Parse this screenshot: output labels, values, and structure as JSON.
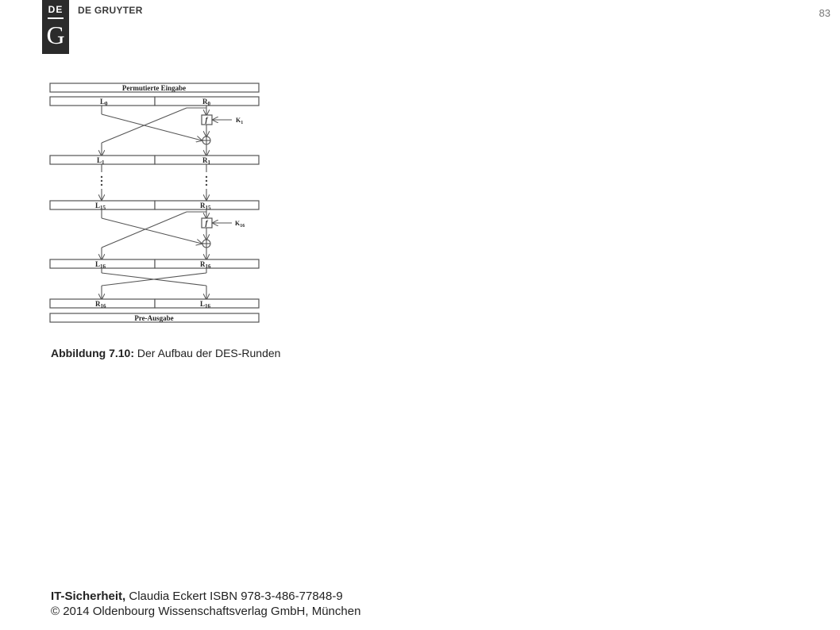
{
  "header": {
    "logo_top": "DE",
    "logo_bottom": "G",
    "brand": "DE GRUYTER",
    "page_number": "83"
  },
  "figure": {
    "top_box": "Permutierte Eingabe",
    "bottom_box": "Pre-Ausgabe",
    "rows": [
      {
        "left": "L",
        "left_sub": "0",
        "right": "R",
        "right_sub": "0"
      },
      {
        "left": "L",
        "left_sub": "1",
        "right": "R",
        "right_sub": "1"
      },
      {
        "left": "L",
        "left_sub": "15",
        "right": "R",
        "right_sub": "15"
      },
      {
        "left": "L",
        "left_sub": "16",
        "right": "R",
        "right_sub": "16"
      },
      {
        "left": "R",
        "left_sub": "16",
        "right": "L",
        "right_sub": "16"
      }
    ],
    "f_label": "f",
    "keys": [
      {
        "name": "K",
        "sub": "1"
      },
      {
        "name": "K",
        "sub": "16"
      }
    ]
  },
  "caption": {
    "label": "Abbildung 7.10:",
    "text": "Der Aufbau der DES-Runden"
  },
  "footer": {
    "title": "IT-Sicherheit,",
    "line1_rest": " Claudia Eckert ISBN 978-3-486-77848-9",
    "line2": "© 2014 Oldenbourg Wissenschaftsverlag GmbH, München"
  }
}
